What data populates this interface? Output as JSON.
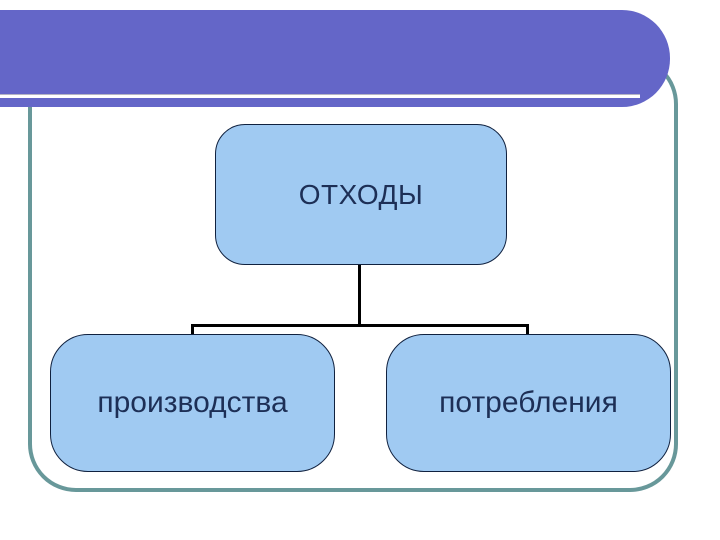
{
  "diagram": {
    "root_label": "ОТХОДЫ",
    "children": [
      {
        "label": "производства"
      },
      {
        "label": "потребления"
      }
    ]
  },
  "colors": {
    "background": "#ffffff",
    "banner": "#6466c8",
    "banner-divider": "#ffffff",
    "frame-border": "#68989a",
    "node-fill": "#a0caf2",
    "node-border": "#10213f",
    "node-text": "#1d2f56",
    "connector": "#000000"
  }
}
